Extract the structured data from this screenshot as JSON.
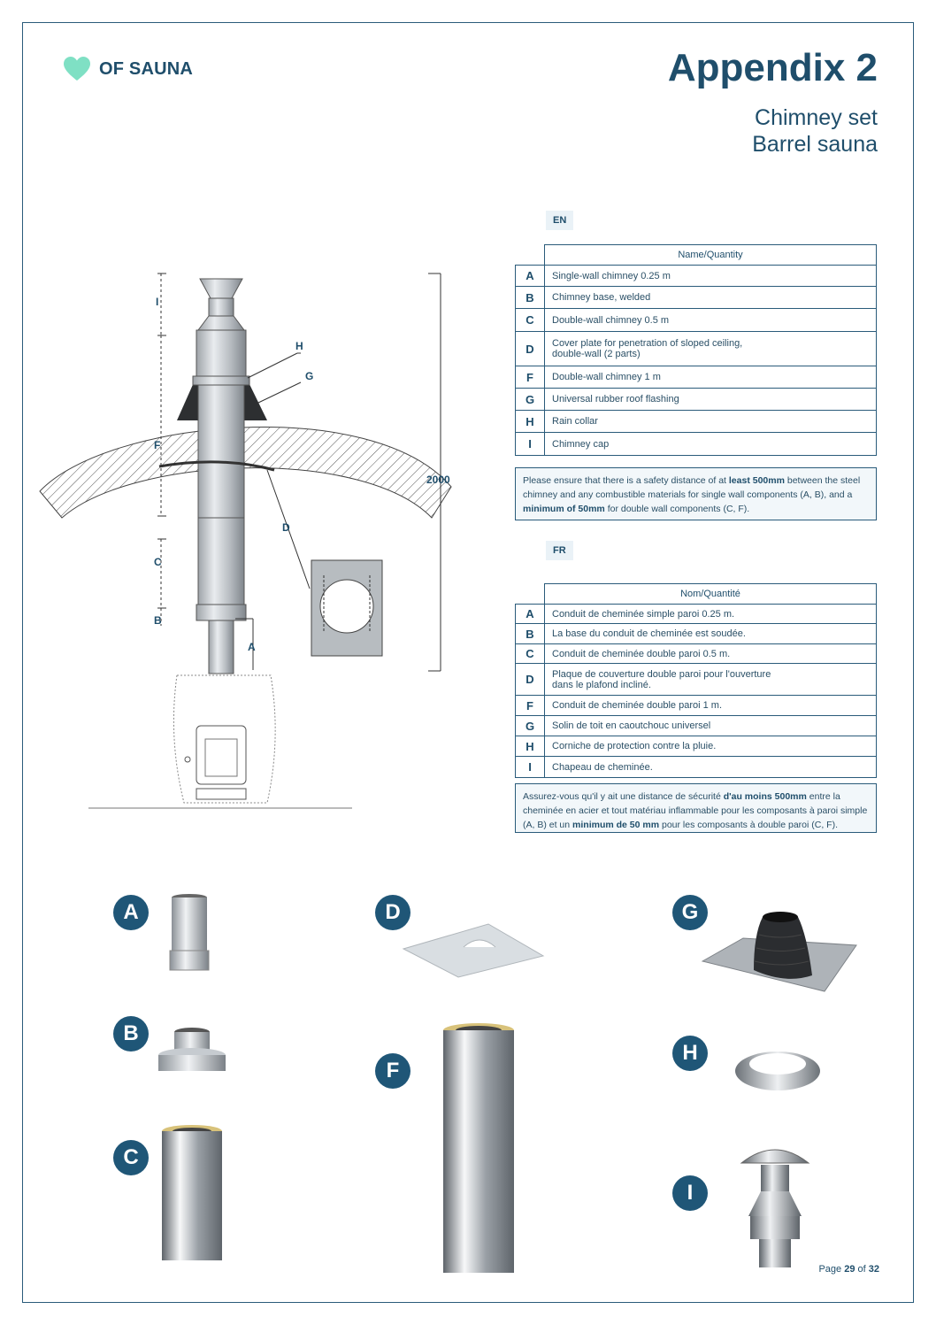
{
  "brand": {
    "name": "OF SAUNA"
  },
  "header": {
    "title": "Appendix 2",
    "subtitle_line1": "Chimney set",
    "subtitle_line2": "Barrel sauna"
  },
  "colors": {
    "primary": "#1f4e6b",
    "badge": "#1f5677",
    "logo_heart": "#7fe0c4",
    "note_bg": "#f2f7fa"
  },
  "en": {
    "tag": "EN",
    "column_header": "Name/Quantity",
    "rows": [
      {
        "code": "A",
        "name": "Single-wall chimney 0.25 m"
      },
      {
        "code": "B",
        "name": "Chimney base, welded"
      },
      {
        "code": "C",
        "name": "Double-wall chimney 0.5 m"
      },
      {
        "code": "D",
        "name": "Cover plate for penetration of sloped ceiling,",
        "name2": "double-wall (2 parts)"
      },
      {
        "code": "F",
        "name": "Double-wall chimney 1 m"
      },
      {
        "code": "G",
        "name": "Universal rubber roof flashing"
      },
      {
        "code": "H",
        "name": "Rain collar"
      },
      {
        "code": "I",
        "name": "Chimney cap"
      }
    ],
    "note": {
      "t1": "Please ensure that there is a safety distance of at ",
      "b1": "least 500mm",
      "t2": " between the steel chimney and any combustible materials for single wall components (A, B), and a ",
      "b2": "minimum of 50mm",
      "t3": " for double wall components (C, F)."
    }
  },
  "fr": {
    "tag": "FR",
    "column_header": "Nom/Quantité",
    "rows": [
      {
        "code": "A",
        "name": "Conduit de cheminée simple paroi 0.25 m."
      },
      {
        "code": "B",
        "name": "La base du conduit de cheminée est soudée."
      },
      {
        "code": "C",
        "name": "Conduit de cheminée double paroi 0.5 m."
      },
      {
        "code": "D",
        "name": "Plaque de couverture double paroi pour l'ouverture",
        "name2": "dans le plafond incliné."
      },
      {
        "code": "F",
        "name": "Conduit de cheminée double paroi 1 m."
      },
      {
        "code": "G",
        "name": "Solin de toit en caoutchouc universel"
      },
      {
        "code": "H",
        "name": "Corniche de protection contre la pluie."
      },
      {
        "code": "I",
        "name": "Chapeau de cheminée."
      }
    ],
    "note": {
      "t1": "Assurez-vous qu'il y ait une distance de sécurité ",
      "b1": "d'au moins 500mm",
      "t2": " entre la cheminée en acier et tout matériau inflammable pour les composants à paroi simple (A, B) et un ",
      "b2": "minimum de 50 mm",
      "t3": " pour les composants à double paroi (C, F)."
    }
  },
  "diagram": {
    "labels": {
      "I": "I",
      "H": "H",
      "G": "G",
      "F": "F",
      "D": "D",
      "C": "C",
      "B": "B",
      "A": "A"
    },
    "dimension": "2000"
  },
  "parts": {
    "A": "A",
    "B": "B",
    "C": "C",
    "D": "D",
    "F": "F",
    "G": "G",
    "H": "H",
    "I": "I"
  },
  "footer": {
    "prefix": "Page ",
    "current": "29",
    "of": " of ",
    "total": "32"
  }
}
